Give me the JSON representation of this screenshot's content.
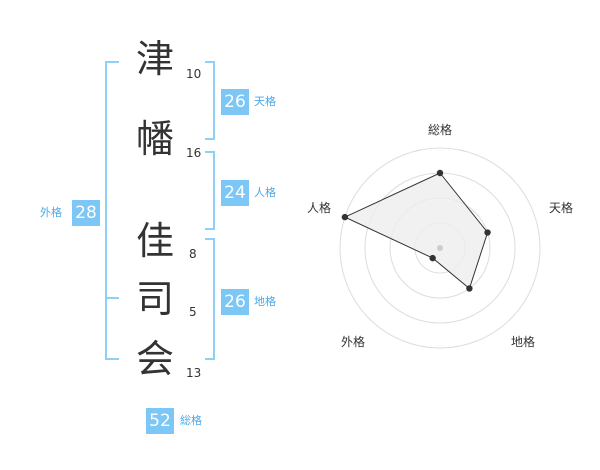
{
  "name": {
    "characters": [
      {
        "char": "津",
        "strokes": "10"
      },
      {
        "char": "幡",
        "strokes": "16"
      },
      {
        "char": "佳",
        "strokes": "8"
      },
      {
        "char": "司",
        "strokes": "5"
      },
      {
        "char": "会",
        "strokes": "13"
      }
    ]
  },
  "kaku": {
    "tenkaku": {
      "value": "26",
      "label": "天格"
    },
    "jinkaku": {
      "value": "24",
      "label": "人格"
    },
    "chikaku": {
      "value": "26",
      "label": "地格"
    },
    "gaikaku": {
      "value": "28",
      "label": "外格"
    },
    "soukaku": {
      "value": "52",
      "label": "総格"
    }
  },
  "chart_data": {
    "type": "radar",
    "axes": [
      "総格",
      "天格",
      "地格",
      "外格",
      "人格"
    ],
    "values": [
      3,
      2,
      2,
      0.5,
      4
    ],
    "max": 4,
    "rings": 4,
    "colors": {
      "grid": "#dddddd",
      "fill": "#eeeeee",
      "line": "#333333",
      "point": "#333333",
      "center": "#cccccc"
    }
  },
  "colors": {
    "accent": "#7cc7f5",
    "bracket": "#8fd0f7",
    "label": "#4aa8e8"
  }
}
